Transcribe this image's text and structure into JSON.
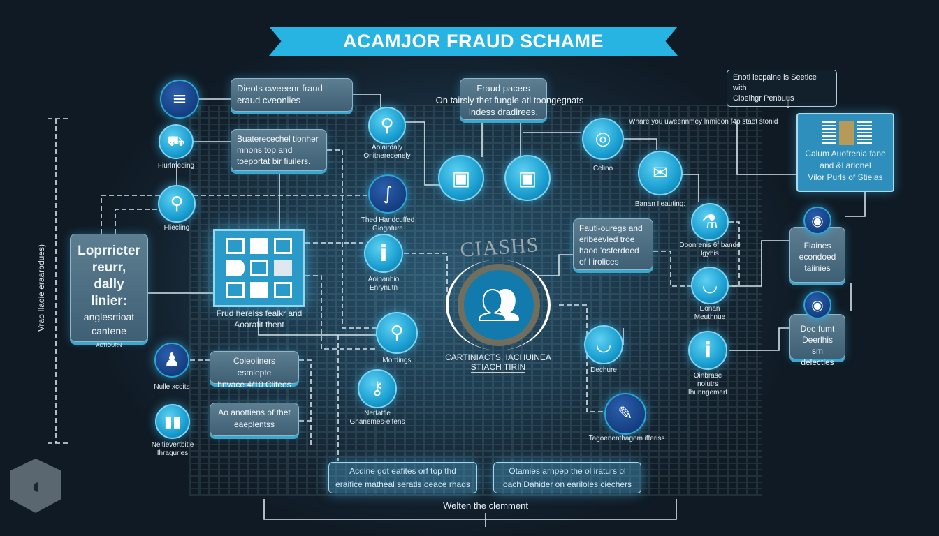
{
  "title": "ACAMJOR FRAUD SCHAME",
  "colors": {
    "accent": "#27b4e2",
    "background": "#14222f",
    "box": "#4f6f84",
    "node": "#1a9fd1",
    "node_dark": "#153e80"
  },
  "side_label": "Vrao Ilaoie eraarbdues)",
  "boxes": {
    "b1": [
      "Dieots cweeenr fraud",
      "eraud cveonlies"
    ],
    "b2": [
      "Buaterecechel tionher",
      "mnons top and",
      "toeportat bir fiuilers."
    ],
    "b3": [
      "Fraud pacers",
      "On tairsly thet fungle atl toongegnats",
      "lndess dradirees."
    ],
    "b4": [
      "Loprricter",
      "reurr, dally",
      "linier:",
      "anglesrtioat",
      "cantene",
      "ACTIOURN"
    ],
    "grid_caption": [
      "Frud herelss fealkr and",
      "Aoarafit thent"
    ],
    "b5": [
      "Coleoiiners esmlepte",
      "hnvace 4/10 Clifees"
    ],
    "b6": [
      "Ao anottiens of thet",
      "eaeplentss"
    ],
    "b7": [
      "Fautl-ouregs and",
      "eribeevled troe",
      "haod 'osferdoed",
      "of l irolices"
    ],
    "b8": [
      "Enotl lecpaine ls Seetice with",
      "Clbelhgr Penbuus"
    ],
    "b9": [
      "Calum Auofrenia fane",
      "and &l arlonel",
      "Vilor Purls of Stieias"
    ],
    "b10": [
      "Fiaines",
      "econdoed",
      "taiinies"
    ],
    "b11": [
      "Doe fumt",
      "Deerlhis sm",
      "delectles"
    ],
    "b12": [
      "Acdine got eafites orf top thd",
      "eraifice matheal seratls oeace rhads"
    ],
    "b13": [
      "Otamies arnpep the ol iraturs ol",
      "oach Dahider on eariloles ciechers"
    ]
  },
  "center": {
    "heading": "CIASHS",
    "caption": [
      "CARTINIACTS, IACHUINEA",
      "STIACH TIRIN"
    ]
  },
  "annotation": "Whare you uweennmey lnmidon f4p staet stonid",
  "bottom_caption": "Welten the clemment",
  "nodes": {
    "n2": "Fiurlmeding",
    "n3": "Fliecling",
    "n4": [
      "Aolairdaly",
      "Onitnerecenely"
    ],
    "n5": [
      "Thed Handcuffed",
      "Giogature"
    ],
    "n6": [
      "Aoipanbio",
      "Enrynutn"
    ],
    "n7": "Mordings",
    "n8": [
      "Nertatfle",
      "Ghanemes-elfens"
    ],
    "n9": "Nulle xcoits",
    "n10": [
      "Neltievertbitle",
      "Ihragurles"
    ],
    "n13": "Celino",
    "n14": "Banan Ileauting:",
    "n15": [
      "Doonrenis 6f bande",
      "lgyhis"
    ],
    "n16": [
      "Eonan",
      "Meuthnue"
    ],
    "n17": [
      "Oinbrase",
      "nolutrs",
      "Ihunngemert"
    ],
    "n18": "Dechure",
    "n19": "Tagoenenthagom ifferiss"
  }
}
